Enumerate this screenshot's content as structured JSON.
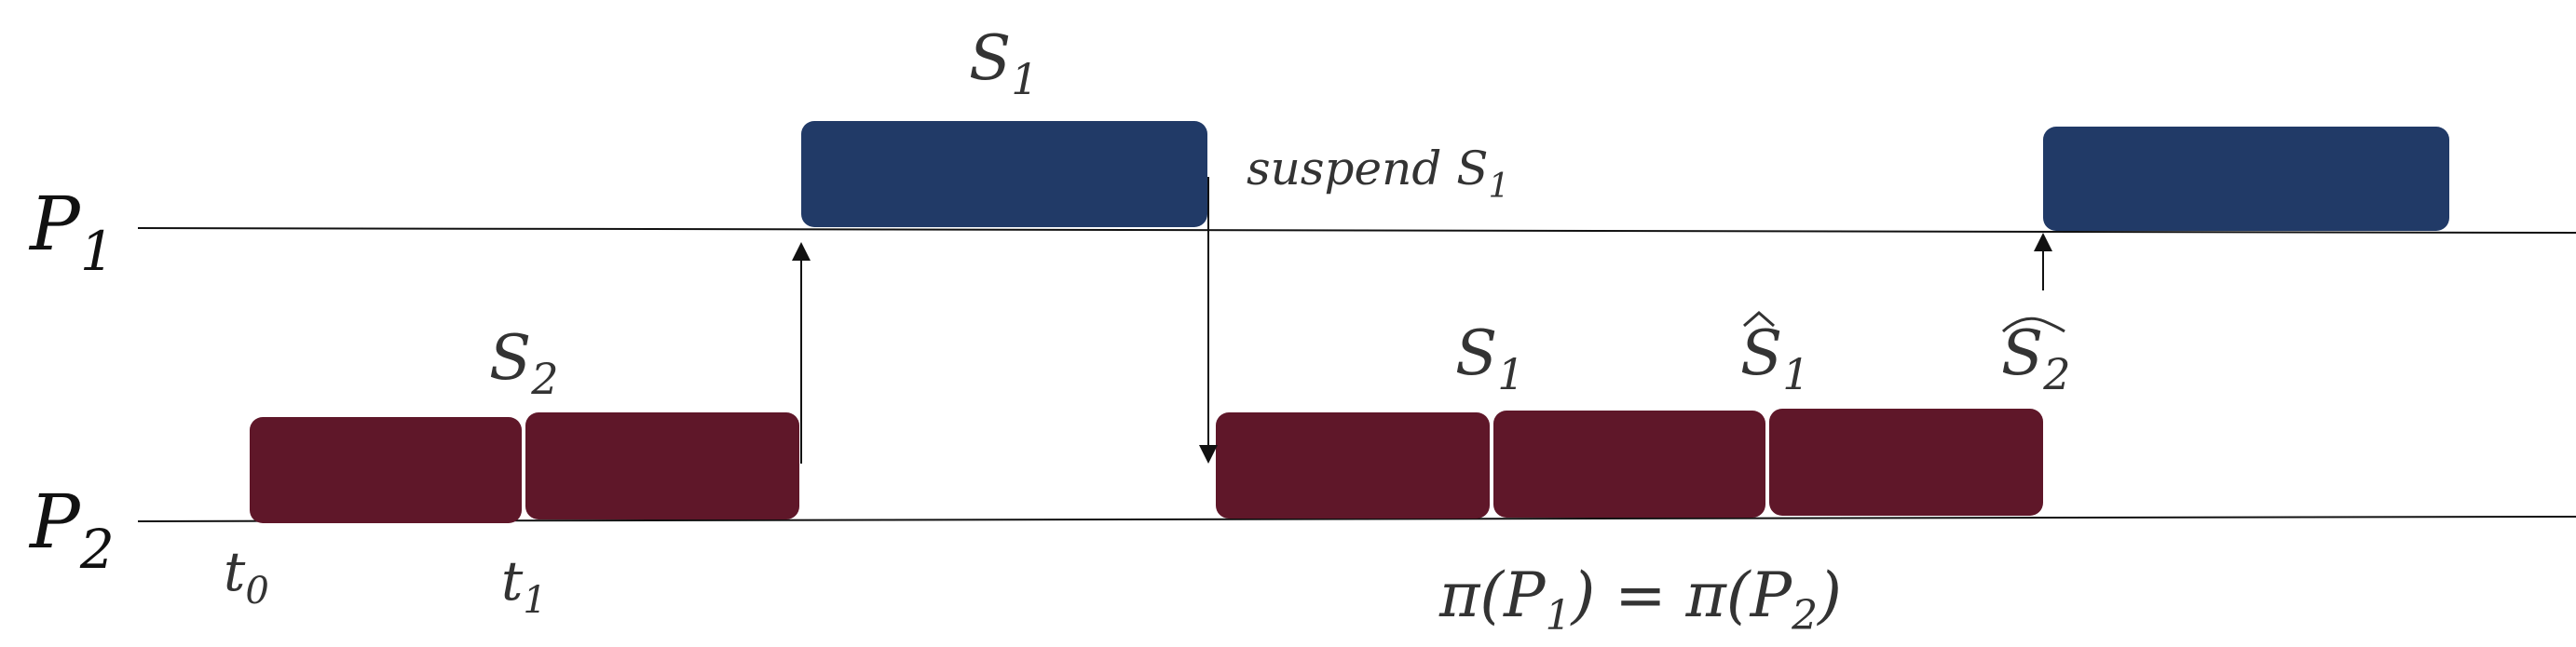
{
  "colors": {
    "p1_block": "#213a67",
    "p2_block": "#5f1729",
    "line": "#111111",
    "text": "#333333"
  },
  "processors": {
    "p1": {
      "name": "P",
      "sub": "1"
    },
    "p2": {
      "name": "P",
      "sub": "2"
    }
  },
  "labels": {
    "s1_top": {
      "base": "S",
      "sub": "1"
    },
    "suspend": {
      "text": "suspend S",
      "sub": "1"
    },
    "s2": {
      "base": "S",
      "sub": "2"
    },
    "s1_p2": {
      "base": "S",
      "sub": "1"
    },
    "s1_hat": {
      "base": "S",
      "sub": "1"
    },
    "s2_hat": {
      "base": "S",
      "sub": "2"
    },
    "t0": {
      "base": "t",
      "sub": "0"
    },
    "t1": {
      "base": "t",
      "sub": "1"
    },
    "priority": {
      "a": "π(P",
      "a_sub": "1",
      "b": ") =  π(P",
      "b_sub": "2",
      "c": ")"
    }
  }
}
